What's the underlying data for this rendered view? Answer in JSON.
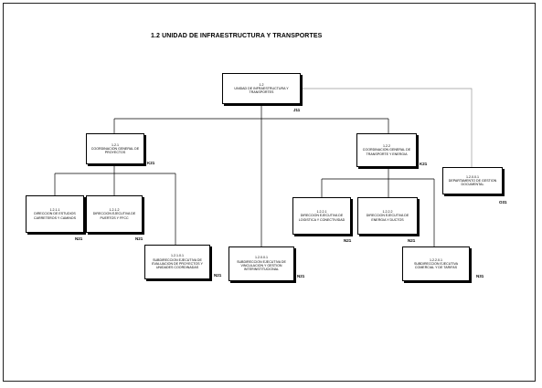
{
  "title": "1.2 UNIDAD DE INFRAESTRUCTURA Y TRANSPORTES",
  "nodes": {
    "root": {
      "num": "1.2",
      "name": "UNIDAD DE INFRAESTRUCTURA Y TRANSPORTES",
      "level": "J11"
    },
    "coord_proyectos": {
      "num": "1.2.1",
      "name": "COORDINACION GENERAL DE PROYECTOS",
      "level": "K21"
    },
    "coord_transporte": {
      "num": "1.2.2",
      "name": "COORDINACION GENERAL DE TRANSPORTE Y ENERGIA",
      "level": "K21"
    },
    "depto_gestion": {
      "num": "1.2.0.0.1",
      "name": "DEPARTAMENTO DE GESTION DOCUMENTAL",
      "level": "O31"
    },
    "dir_carreteras": {
      "num": "1.2.1.1",
      "name": "DIRECCION DE ESTUDIOS CARRETEROS Y CAMINOS",
      "level": "N21"
    },
    "dir_puertos": {
      "num": "1.2.1.2",
      "name": "DIRECCION EJECUTIVA DE PUERTOS Y FFCC",
      "level": "N21"
    },
    "subdir_evaluacion": {
      "num": "1.2.1.0.1",
      "name": "SUBDIRECCION EJECUTIVA DE EVALUACION DE PROYECTOS Y UNIDADES COORDINADAS",
      "level": "N21"
    },
    "subdir_vinculacion": {
      "num": "1.2.0.0.1",
      "name": "SUBDIRECCION EJECUTIVA DE VINCULACION Y GESTION INTERINSTITUCIONAL",
      "level": "N21"
    },
    "dir_logistica": {
      "num": "1.2.2.1",
      "name": "DIRECCION EJECUTIVA DE LOGISTICA Y CONECTIVIDAD",
      "level": "N21"
    },
    "dir_energia": {
      "num": "1.2.2.2",
      "name": "DIRECCION EJECUTIVA DE ENERGIA Y DUCTOS",
      "level": "N21"
    },
    "subdir_comercial": {
      "num": "1.2.2.0.1",
      "name": "SUBDIRECCION EJECUTIVA COMERCIAL Y DE TARIFAS",
      "level": "N31"
    }
  }
}
